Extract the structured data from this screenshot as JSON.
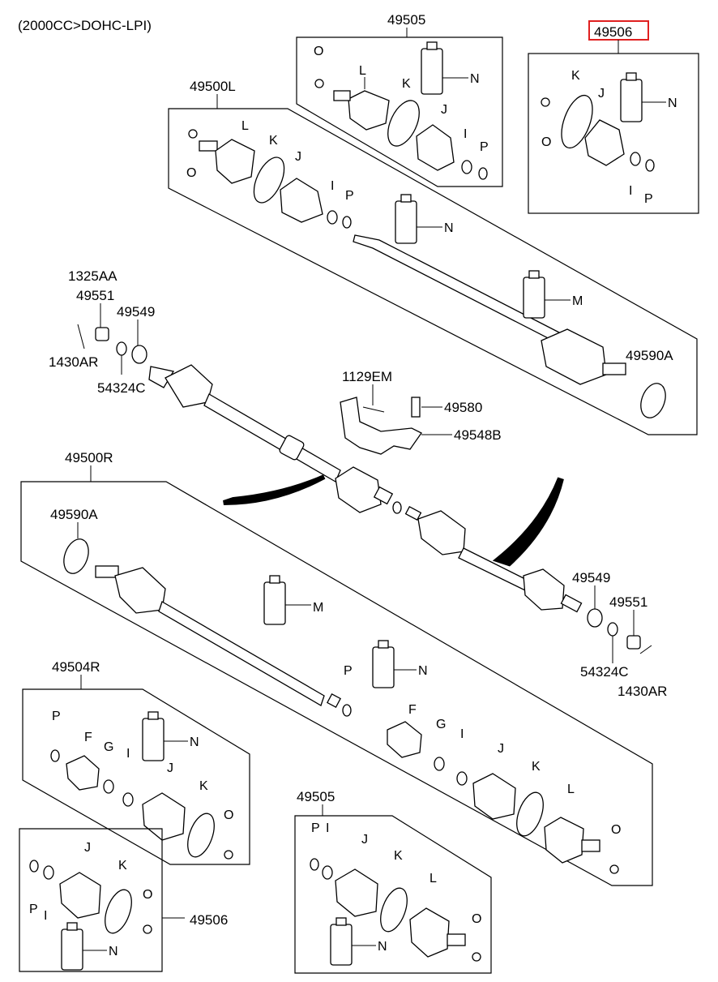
{
  "header": {
    "engine_spec": "(2000CC>DOHC-LPI)"
  },
  "assemblies": {
    "kit_49505_top": "49505",
    "kit_49506_top": "49506",
    "shaft_left": "49500L",
    "shaft_right": "49500R",
    "kit_49504R": "49504R",
    "kit_49505_bottom": "49505",
    "kit_49506_bottom": "49506"
  },
  "parts": {
    "bolt_1325AA": "1325AA",
    "nut_49551": "49551",
    "washer_49549": "49549",
    "pin_1430AR": "1430AR",
    "ring_54324C": "54324C",
    "bolt_1129EM": "1129EM",
    "bolt_49580": "49580",
    "bracket_49548B": "49548B",
    "tone_ring_49590A": "49590A"
  },
  "letters": {
    "O": "O",
    "L": "L",
    "K": "K",
    "J": "J",
    "I": "I",
    "P": "P",
    "N": "N",
    "M": "M",
    "F": "F",
    "G": "G"
  },
  "highlight_color": "#e02020"
}
